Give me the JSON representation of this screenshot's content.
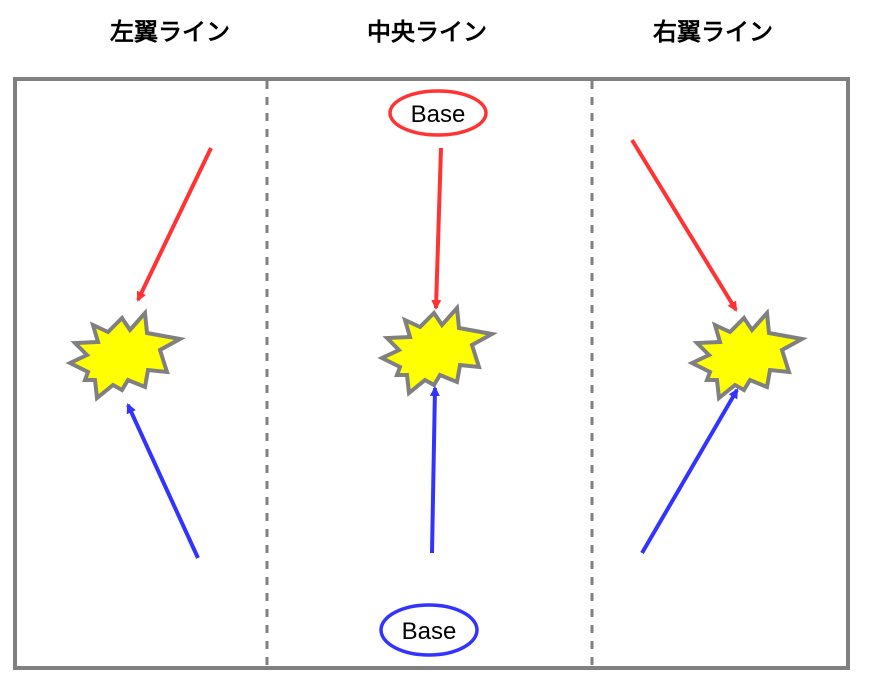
{
  "lanes": [
    {
      "title": "左翼ライン"
    },
    {
      "title": "中央ライン"
    },
    {
      "title": "右翼ライン"
    }
  ],
  "bases": {
    "top": "Base",
    "bottom": "Base"
  },
  "colors": {
    "attack_top": "#ff3333",
    "attack_bottom": "#3333ff",
    "clash_fill": "#ffff00",
    "border": "#808080"
  }
}
